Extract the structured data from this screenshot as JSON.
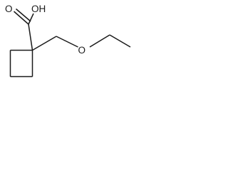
{
  "structure": {
    "labels": {
      "carbonyl_o": "O",
      "hydroxyl": "OH",
      "ether_o": "O"
    }
  }
}
